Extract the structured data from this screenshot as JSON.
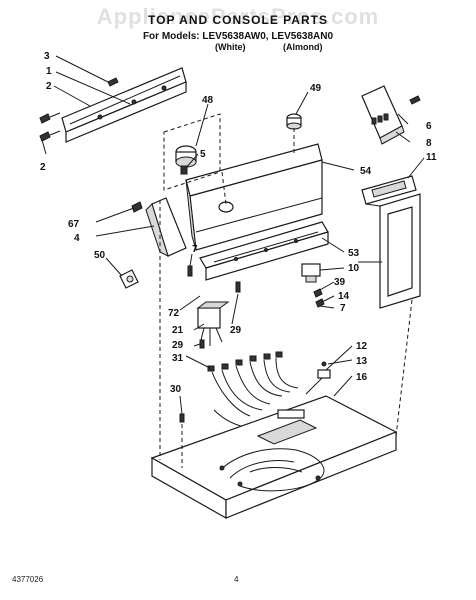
{
  "watermark": "AppliancePartsPros.com",
  "header": {
    "title": "TOP AND CONSOLE PARTS",
    "models": "For Models: LEV5638AW0, LEV5638AN0",
    "color_white": "(White)",
    "color_almond": "(Almond)"
  },
  "footer": {
    "doc_number": "4377026",
    "page_number": "4"
  },
  "callouts": {
    "c3": "3",
    "c1": "1",
    "c2a": "2",
    "c2b": "2",
    "c48": "48",
    "c5": "5",
    "c49": "49",
    "c6": "6",
    "c8": "8",
    "c11": "11",
    "c54": "54",
    "c67": "67",
    "c4": "4",
    "c50": "50",
    "c7a": "7",
    "c72": "72",
    "c21": "21",
    "c29a": "29",
    "c29b": "29",
    "c31": "31",
    "c53": "53",
    "c10": "10",
    "c39": "39",
    "c14": "14",
    "c7b": "7",
    "c12": "12",
    "c13": "13",
    "c16": "16",
    "c30": "30"
  }
}
